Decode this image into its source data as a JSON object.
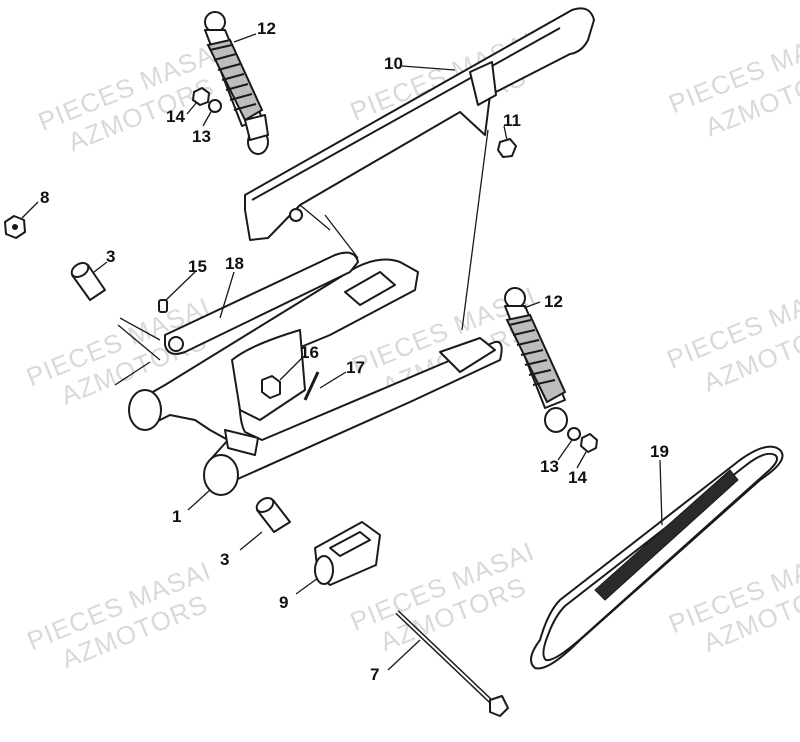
{
  "watermark": {
    "line1": "PIECES MASAI",
    "line2": "AZMOTORS"
  },
  "callouts": {
    "c1": "1",
    "c3a": "3",
    "c3b": "3",
    "c7": "7",
    "c8": "8",
    "c9": "9",
    "c10": "10",
    "c11": "11",
    "c12a": "12",
    "c12b": "12",
    "c13a": "13",
    "c13b": "13",
    "c14a": "14",
    "c14b": "14",
    "c15": "15",
    "c16": "16",
    "c17": "17",
    "c18": "18",
    "c19": "19"
  },
  "colors": {
    "line": "#1a1a1a",
    "watermark": "#d9d9d9",
    "background": "#ffffff"
  }
}
